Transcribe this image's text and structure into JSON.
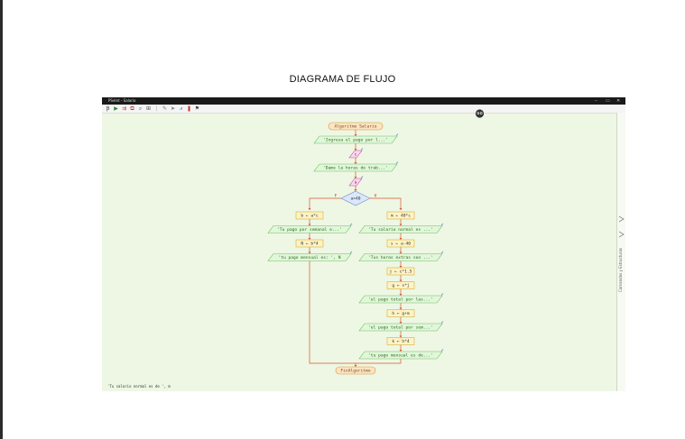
{
  "page": {
    "title": "DIAGRAMA DE FLUJO"
  },
  "window": {
    "title": "PSeInt - Salario",
    "controls": {
      "minimize": "–",
      "maximize": "▭",
      "close": "✕"
    }
  },
  "toolbar": [
    {
      "icon": "code-icon",
      "glyph": "Ꞵ",
      "color": "#444"
    },
    {
      "icon": "run-icon",
      "glyph": "▶",
      "color": "#2e8b2e"
    },
    {
      "icon": "step-icon",
      "glyph": "⇉",
      "color": "#b03030"
    },
    {
      "icon": "export-icon",
      "glyph": "⧉",
      "color": "#b03030"
    },
    {
      "icon": "zoom-icon",
      "glyph": "⌕",
      "color": "#3060b0"
    },
    {
      "icon": "layout-icon",
      "glyph": "⊞",
      "color": "#555"
    },
    {
      "icon": "grid-icon",
      "glyph": "⋮",
      "color": "#555"
    },
    {
      "icon": "edit-icon",
      "glyph": "✎",
      "color": "#777"
    },
    {
      "icon": "pointer-icon",
      "glyph": "➤",
      "color": "#777"
    },
    {
      "icon": "chart-icon",
      "glyph": "⩘",
      "color": "#3060b0"
    },
    {
      "icon": "pause-icon",
      "glyph": "❚",
      "color": "#c03030"
    },
    {
      "icon": "flag-icon",
      "glyph": "⚑",
      "color": "#444"
    }
  ],
  "flow": {
    "start": "Algoritmo Salario",
    "out1": "'Ingresa el pago por l...'",
    "in1": "c",
    "out2": "'Dame la horas de trab...'",
    "in2": "a",
    "cond": "a>40",
    "cond_false": "F",
    "cond_true": "V",
    "left": [
      {
        "kind": "proc",
        "text": "b ← a*c"
      },
      {
        "kind": "out",
        "text": "'Tu pago por semanal e...'"
      },
      {
        "kind": "proc",
        "text": "N ← b*4"
      },
      {
        "kind": "out",
        "text": "'tu pago mensual es: ', N"
      }
    ],
    "right": [
      {
        "kind": "proc",
        "text": "m ← 40*c"
      },
      {
        "kind": "out",
        "text": "'Tu salario normal es ...'"
      },
      {
        "kind": "proc",
        "text": "s ← a-40"
      },
      {
        "kind": "out",
        "text": "'Tus horas extras son ...'"
      },
      {
        "kind": "proc",
        "text": "j ← c*1.5"
      },
      {
        "kind": "proc",
        "text": "g ← s*j"
      },
      {
        "kind": "out",
        "text": "'el pago total por las...'"
      },
      {
        "kind": "proc",
        "text": "h ← g+m"
      },
      {
        "kind": "out",
        "text": "'el pago total por sem...'"
      },
      {
        "kind": "proc",
        "text": "k ← h*4"
      },
      {
        "kind": "out",
        "text": "'tu pago mensual es de...'"
      }
    ],
    "end": "FinAlgoritmo"
  },
  "side_panel": {
    "label": "Comandos y Estructuras"
  },
  "status": {
    "text": "'Tu salario normal es de ', m"
  }
}
